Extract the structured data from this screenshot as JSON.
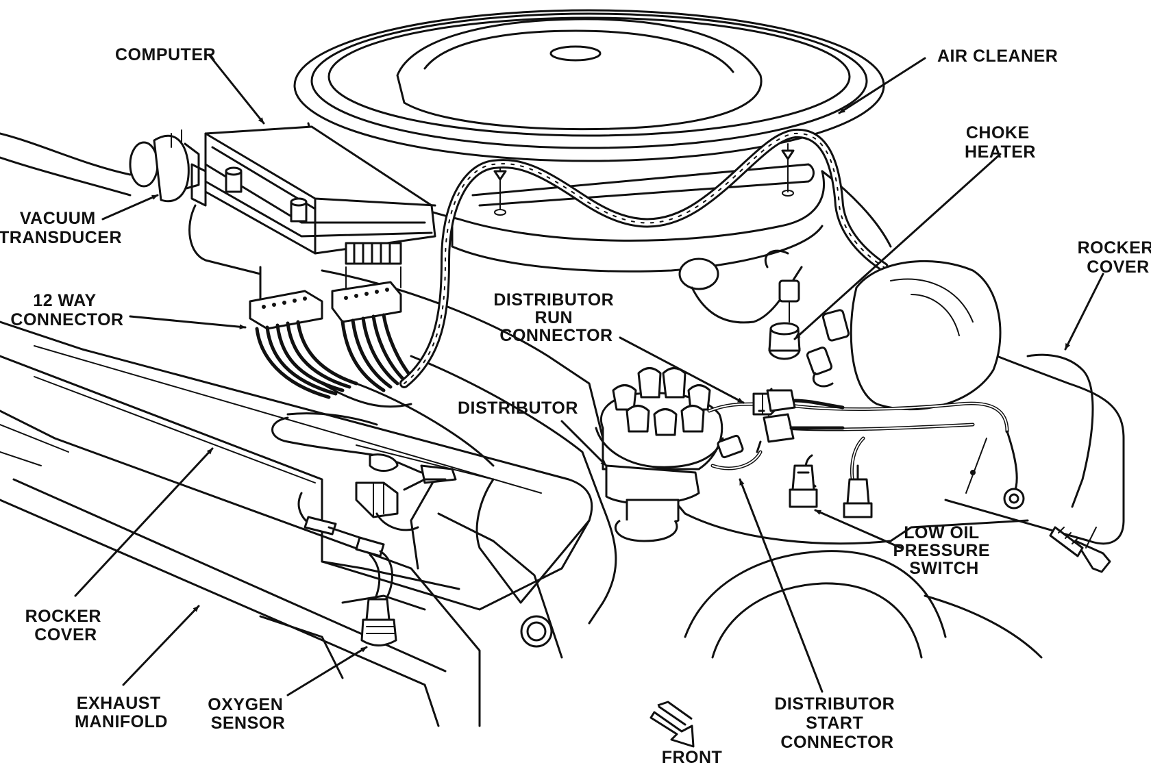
{
  "labels": {
    "computer": "COMPUTER",
    "air_cleaner": "AIR CLEANER",
    "choke_heater": [
      "CHOKE",
      "HEATER"
    ],
    "rocker_cover_right": [
      "ROCKER",
      "COVER"
    ],
    "vacuum_transducer": [
      "VACUUM",
      "TRANSDUCER"
    ],
    "twelve_way_connector": [
      "12 WAY",
      "CONNECTOR"
    ],
    "distributor_run_connector": [
      "DISTRIBUTOR",
      "RUN",
      "CONNECTOR"
    ],
    "distributor": "DISTRIBUTOR",
    "low_oil_pressure_switch": [
      "LOW OIL",
      "PRESSURE",
      "SWITCH"
    ],
    "rocker_cover_left": [
      "ROCKER",
      "COVER"
    ],
    "exhaust_manifold": [
      "EXHAUST",
      "MANIFOLD"
    ],
    "oxygen_sensor": [
      "OXYGEN",
      "SENSOR"
    ],
    "distributor_start_connector": [
      "DISTRIBUTOR",
      "START",
      "CONNECTOR"
    ],
    "front": "FRONT"
  }
}
